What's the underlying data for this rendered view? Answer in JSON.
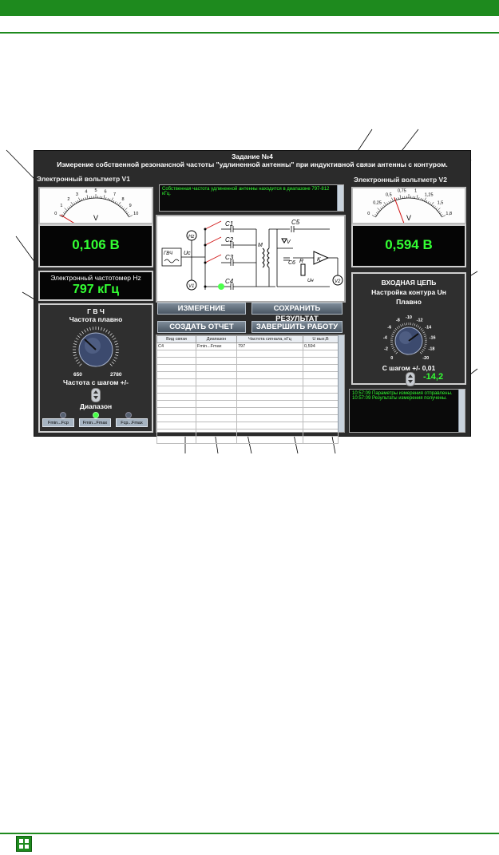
{
  "app": {
    "title_line1": "Задание №4",
    "title_line2": "Измерение собственной резонансной частоты \"удлиненной антенны\" при индуктивной связи антенны с контуром.",
    "voltmeter_v1_label": "Электронный вольтметр  V1",
    "voltmeter_v2_label": "Электронный вольтметр V2"
  },
  "meter_v1": {
    "ticks": [
      "0",
      "1",
      "2",
      "3",
      "4",
      "5",
      "6",
      "7",
      "8",
      "9",
      "10"
    ],
    "unit": "V",
    "reading": "0,106 В",
    "needle_fraction": 0.0106
  },
  "meter_v2": {
    "ticks": [
      "0",
      "0,25",
      "0,5",
      "0,75",
      "1",
      "1,25",
      "1,5",
      "1,8"
    ],
    "unit": "V",
    "reading": "0,594 В",
    "needle_fraction": 0.33
  },
  "freq_meter": {
    "label": "Электронный частотомер Hz",
    "value": "797  кГц"
  },
  "message": "Собственная частота удлиненной антенны  находится в диапазоне 797-812 кГц.",
  "gen_panel": {
    "title": "Г В Ч",
    "subtitle": "Частота плавно",
    "min_label": "650",
    "max_label": "2780",
    "step_label": "Частота с шагом +/-",
    "range_label": "Диапазон",
    "range_buttons": [
      "Fmin...Fср",
      "Fmin...Fmax",
      "Fср...Fmax"
    ],
    "range_selected": 1
  },
  "circuit": {
    "labels": [
      "C1",
      "C2",
      "C3",
      "C4",
      "C5",
      "C6",
      "ГВЧ",
      "Uc",
      "Hz",
      "V1",
      "V2",
      "M",
      "V",
      "R",
      "Uн",
      "K"
    ]
  },
  "buttons": {
    "measure": "ИЗМЕРЕНИЕ",
    "save": "СОХРАНИТЬ РЕЗУЛЬТАТ",
    "report": "СОЗДАТЬ ОТЧЕТ",
    "finish": "ЗАВЕРШИТЬ РАБОТУ"
  },
  "results_table": {
    "headers": [
      "Вид связи",
      "Диапазон",
      "Частота сигнала, кГц",
      "U вых,В"
    ],
    "rows": [
      [
        "С4",
        "Fmin...Fmax",
        "797",
        "0,594"
      ]
    ]
  },
  "input_panel": {
    "title": "ВХОДНАЯ ЦЕПЬ",
    "subtitle": "Настройка контура  Uн",
    "mode": "Плавно",
    "dial_ticks": [
      "-20",
      "-18",
      "-16",
      "-14",
      "-12",
      "-10",
      "-8",
      "-6",
      "-4",
      "-2",
      "0"
    ],
    "step_label": "С шагом +/- 0,01",
    "value": "-14,2"
  },
  "log": {
    "lines": [
      "10:57:09 Параметры измерения отправлены.",
      "10:57:09 Результаты измерения получены."
    ]
  },
  "colors": {
    "brand_green": "#1e8a1e",
    "display_green": "#33ff33",
    "panel_dark": "#2b2b2b"
  }
}
